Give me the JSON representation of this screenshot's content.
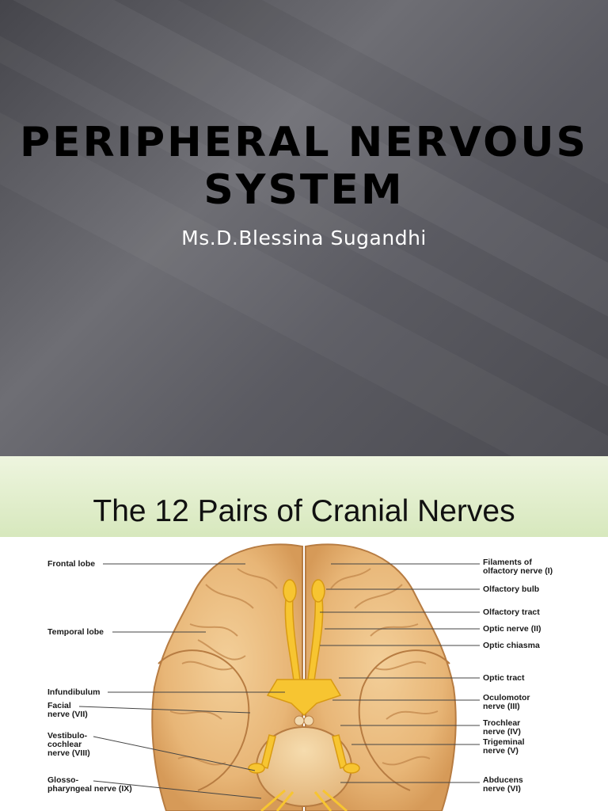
{
  "slide1": {
    "title_line1": "PERIPHERAL NERVOUS",
    "title_line2": "SYSTEM",
    "subtitle": "Ms.D.Blessina Sugandhi"
  },
  "slide2": {
    "heading": "The 12 Pairs of Cranial Nerves",
    "left_labels": [
      {
        "line1": "Frontal lobe",
        "line2": ""
      },
      {
        "line1": "Temporal lobe",
        "line2": ""
      },
      {
        "line1": "Infundibulum",
        "line2": ""
      },
      {
        "line1": "Facial",
        "line2": "nerve (VII)"
      },
      {
        "line1": "Vestibulo-",
        "line2": "cochlear",
        "line3": "nerve (VIII)"
      },
      {
        "line1": "Glosso-",
        "line2": "pharyngeal nerve (IX)"
      }
    ],
    "right_labels": [
      {
        "line1": "Filaments of",
        "line2": "olfactory nerve (I)"
      },
      {
        "line1": "Olfactory bulb",
        "line2": ""
      },
      {
        "line1": "Olfactory tract",
        "line2": ""
      },
      {
        "line1": "Optic nerve (II)",
        "line2": ""
      },
      {
        "line1": "Optic chiasma",
        "line2": ""
      },
      {
        "line1": "Optic tract",
        "line2": ""
      },
      {
        "line1": "Oculomotor",
        "line2": "nerve (III)"
      },
      {
        "line1": "Trochlear",
        "line2": "nerve (IV)"
      },
      {
        "line1": "Trigeminal",
        "line2": "nerve (V)"
      },
      {
        "line1": "Abducens",
        "line2": "nerve (VI)"
      }
    ]
  }
}
